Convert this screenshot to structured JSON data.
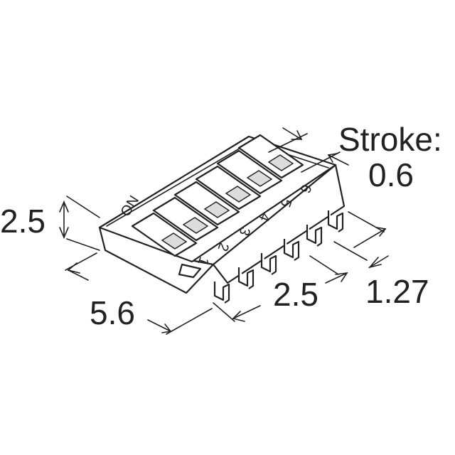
{
  "diagram": {
    "stroke_label_line1": "Stroke:",
    "stroke_label_line2": "0.6",
    "dim_height": "2.5",
    "dim_width": "5.6",
    "dim_pitch": "2.5",
    "dim_lead_pitch": "1.27",
    "on_label": "ON",
    "switch_numbers": [
      "1",
      "2",
      "3",
      "4",
      "5",
      "6"
    ],
    "colors": {
      "line": "#222222",
      "background": "#ffffff",
      "slider": "#dcdcdc"
    }
  }
}
